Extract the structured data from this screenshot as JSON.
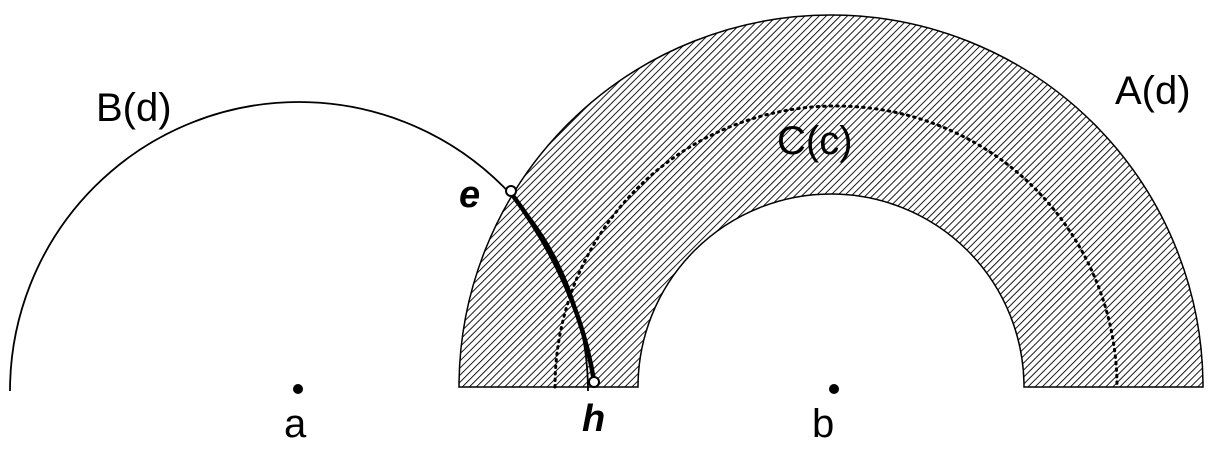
{
  "diagram": {
    "labels": {
      "circle_b": "B(d)",
      "circle_a": "A(d)",
      "circle_c": "C(c)",
      "point_e": "e",
      "point_h": "h",
      "center_a": "a",
      "center_b": "b"
    },
    "colors": {
      "stroke": "#000000",
      "background": "#ffffff",
      "hatch": "#000000"
    }
  }
}
